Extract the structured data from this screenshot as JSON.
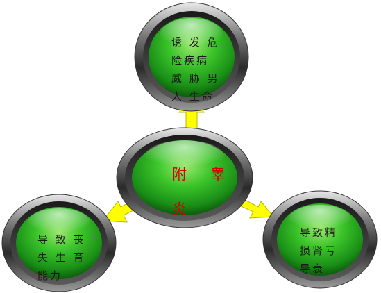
{
  "center": {
    "label": "附 睾\n炎"
  },
  "nodes": {
    "top": {
      "label": "诱 发 危\n险疾病\n威 胁 男\n人 生命"
    },
    "left": {
      "label": "导 致 丧\n失 生 育\n能力"
    },
    "right": {
      "label": "导致精\n损肾亏\n导衰"
    }
  },
  "colors": {
    "accent": "#1fa81f",
    "arrow": "#ffff00",
    "center_text": "#d40000",
    "node_text": "#1a1a1a"
  }
}
